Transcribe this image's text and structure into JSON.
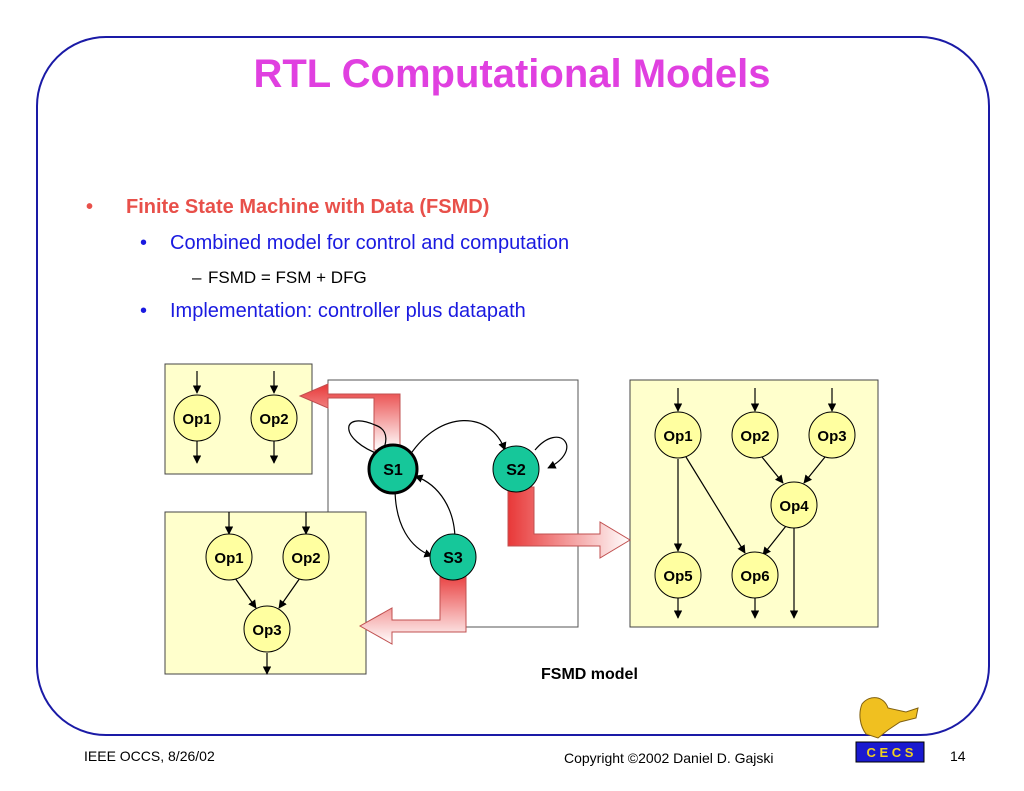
{
  "title": "RTL Computational Models",
  "bullets": {
    "level1": "Finite State Machine with Data (FSMD)",
    "level2a": "Combined model for control and computation",
    "level3": "FSMD = FSM + DFG",
    "level2b": "Implementation: controller plus datapath"
  },
  "diagram": {
    "caption": "FSMD model",
    "states": [
      "S1",
      "S2",
      "S3"
    ],
    "left_top_ops": [
      "Op1",
      "Op2"
    ],
    "left_bottom_ops": [
      "Op1",
      "Op2",
      "Op3"
    ],
    "right_ops": [
      "Op1",
      "Op2",
      "Op3",
      "Op4",
      "Op5",
      "Op6"
    ],
    "colors": {
      "title": "#e040e0",
      "bullet1": "#e8504a",
      "bullet2": "#1a1ae0",
      "frame": "#1a1aa6",
      "panel_fill": "#ffffcc",
      "op_fill": "#ffffa0",
      "state_fill": "#16c79a"
    }
  },
  "footer": {
    "left": "IEEE OCCS, 8/26/02",
    "copyright": "Copyright ©2002 Daniel D. Gajski",
    "logo_text": "C E C S",
    "page": "14"
  }
}
